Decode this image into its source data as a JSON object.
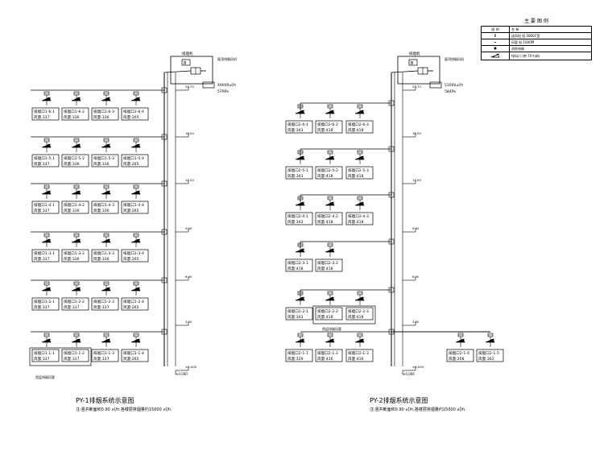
{
  "legend": {
    "title": "主 要 图 例",
    "header": [
      "图 例",
      "名 称"
    ],
    "rows": [
      {
        "symbol": "B",
        "name": "送风机 低 2800C型"
      },
      {
        "symbol": "═",
        "name": "风管 低 1600M"
      },
      {
        "symbol": "",
        "name": "消防排烟"
      },
      {
        "symbol": "",
        "name": "排风口 (带 70℃阀)"
      }
    ]
  },
  "systems": [
    {
      "caption": "PY-1排烟系统示意图",
      "subcaption": "注:竖井断面积0.90 ㎡/h,各楼层排烟量约15000 ㎡/h.",
      "fan_label": "排烟机",
      "fan_box": "B",
      "fan_note": "屋顶排烟风机",
      "airflow": "49000㎥/h",
      "pressure": "579Pa",
      "bottom_label": "±0.000",
      "floor_labels": [
        "23.70",
        "18.00",
        "12.00",
        "9.00",
        "6.00",
        "3.00",
        "±0.000"
      ],
      "zone_note": "首层排烟风管",
      "rows": [
        [
          {
            "id": "排烟口1-6-1",
            "v": "风量:337"
          },
          {
            "id": "排烟口1-6-2",
            "v": "风量:336"
          },
          {
            "id": "排烟口1-6-3",
            "v": "风量:336"
          },
          {
            "id": "排烟口1-6-4",
            "v": "风量:265"
          }
        ],
        [
          {
            "id": "排烟口1-5-1",
            "v": "风量:337"
          },
          {
            "id": "排烟口1-5-2",
            "v": "风量:336"
          },
          {
            "id": "排烟口1-5-3",
            "v": "风量:336"
          },
          {
            "id": "排烟口1-5-4",
            "v": "风量:265"
          }
        ],
        [
          {
            "id": "排烟口1-4-1",
            "v": "风量:337"
          },
          {
            "id": "排烟口1-4-2",
            "v": "风量:336"
          },
          {
            "id": "排烟口1-4-3",
            "v": "风量:336"
          },
          {
            "id": "排烟口1-4-4",
            "v": "风量:265"
          }
        ],
        [
          {
            "id": "排烟口1-3-1",
            "v": "风量:337"
          },
          {
            "id": "排烟口1-3-2",
            "v": "风量:336"
          },
          {
            "id": "排烟口1-3-3",
            "v": "风量:336"
          },
          {
            "id": "排烟口1-3-4",
            "v": "风量:265"
          }
        ],
        [
          {
            "id": "排烟口1-2-1",
            "v": "风量:337"
          },
          {
            "id": "排烟口1-2-2",
            "v": "风量:337"
          },
          {
            "id": "排烟口1-2-3",
            "v": "风量:337"
          },
          {
            "id": "排烟口1-2-4",
            "v": "风量:265"
          }
        ],
        [
          {
            "id": "排烟口1-1-1",
            "v": "风量:337"
          },
          {
            "id": "排烟口1-1-2",
            "v": "风量:337"
          },
          {
            "id": "排烟口1-1-3",
            "v": "风量:337"
          },
          {
            "id": "排烟口1-1-4",
            "v": "风量:265"
          }
        ]
      ]
    },
    {
      "caption": "PY-2排烟系统示意图",
      "subcaption": "注:竖井断面积0.90 ㎡/h,各楼层排烟量约15000 ㎡/h.",
      "fan_label": "排烟机",
      "fan_box": "B",
      "fan_note": "屋顶排烟风机",
      "airflow": "51000㎥/h",
      "pressure": "584Pa",
      "bottom_label": "±0.000",
      "floor_labels": [
        "23.70",
        "18.00",
        "12.00",
        "9.00",
        "6.00",
        "3.00",
        "±0.000"
      ],
      "zone_note": "首层排烟风管",
      "rows": [
        [
          {
            "id": "排烟口2-6-1",
            "v": "风量:343"
          },
          {
            "id": "排烟口2-6-2",
            "v": "风量:418"
          },
          {
            "id": "排烟口2-6-3",
            "v": "风量:418"
          }
        ],
        [
          {
            "id": "排烟口2-5-1",
            "v": "风量:343"
          },
          {
            "id": "排烟口2-5-2",
            "v": "风量:418"
          },
          {
            "id": "排烟口2-5-3",
            "v": "风量:418"
          }
        ],
        [
          {
            "id": "排烟口2-4-1",
            "v": "风量:343"
          },
          {
            "id": "排烟口2-4-2",
            "v": "风量:418"
          },
          {
            "id": "排烟口2-4-3",
            "v": "风量:418"
          }
        ],
        [
          {
            "id": "排烟口2-3-1",
            "v": "风量:418"
          },
          {
            "id": "排烟口2-3-2",
            "v": "风量:418"
          }
        ],
        [
          {
            "id": "排烟口2-2-1",
            "v": "风量:343"
          },
          {
            "id": "排烟口2-2-2",
            "v": "风量:418"
          },
          {
            "id": "排烟口2-2-3",
            "v": "风量:418"
          }
        ],
        [
          {
            "id": "排烟口2-1-1",
            "v": "风量:329"
          },
          {
            "id": "排烟口2-1-2",
            "v": "风量:416"
          },
          {
            "id": "排烟口2-1-3",
            "v": "风量:416"
          },
          {
            "id": "排烟口2-1-4",
            "v": "风量:208"
          },
          {
            "id": "排烟口2-1-5",
            "v": "风量:302"
          }
        ]
      ]
    }
  ]
}
